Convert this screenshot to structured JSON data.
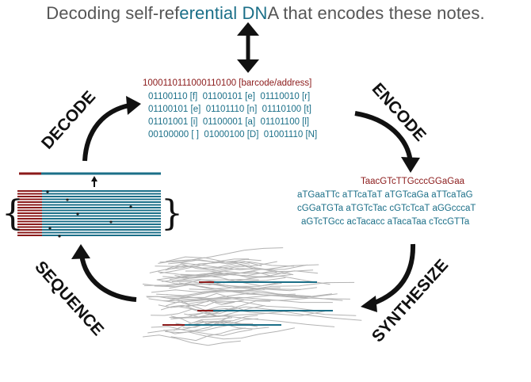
{
  "title": {
    "prefix": "Decoding self-ref",
    "highlight": "erential DN",
    "suffix": "A that encodes these notes."
  },
  "address": {
    "barcode": "1000110111000110100 [barcode/address]",
    "rows": [
      [
        "01100110 [f]",
        "01100101 [e]",
        "01110010 [r]"
      ],
      [
        "01100101 [e]",
        "01101110 [n]",
        "01110100 [t]"
      ],
      [
        "01101001 [i]",
        "01100001 [a]",
        "01101100 [l]"
      ],
      [
        "00100000 [ ]",
        "01000100 [D]",
        "01001110 [N]"
      ]
    ]
  },
  "dna": {
    "barcode": "TaacGTcTTGcccGGaGaa",
    "rows": [
      [
        "aTGaaTTc",
        "aTTcaTaT",
        "aTGTcaGa",
        "aTTcaTaG"
      ],
      [
        "cGGaTGTa",
        "aTGTcTac",
        "cGTcTcaT",
        "aGGcccaT"
      ],
      [
        "aGTcTGcc",
        "acTacacc",
        "aTacaTaa",
        "cTccGTTa"
      ]
    ]
  },
  "stages": {
    "encode": "ENCODE",
    "synthesize": "SYNTHESIZE",
    "sequence": "SEQUENCE",
    "decode": "DECODE"
  },
  "colors": {
    "title_gray": "#555555",
    "teal": "#1b6f88",
    "dark_red": "#8b1a1a",
    "arrow": "#111111",
    "gray_read": "#b3b3b3"
  },
  "icons": {
    "bidirectional_arrow": "double-headed-vertical-arrow",
    "cycle_arrows": "curved-arrow"
  }
}
